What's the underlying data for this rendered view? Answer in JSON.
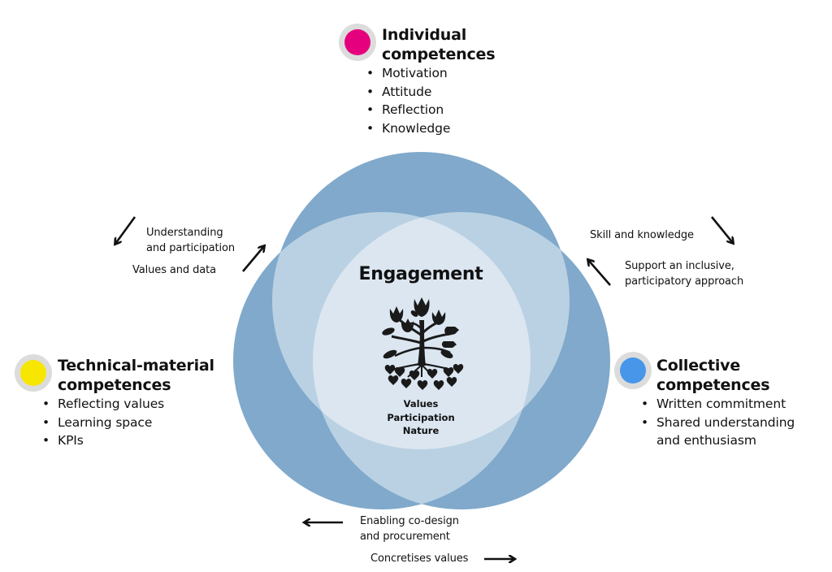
{
  "center": {
    "title": "Engagement",
    "icon": "tree-with-heart-roots-icon",
    "words": [
      "Values",
      "Participation",
      "Nature"
    ]
  },
  "groups": [
    {
      "id": "individual",
      "title_lines": [
        "Individual",
        "competences"
      ],
      "color": "#e5007e",
      "items": [
        "Motivation",
        "Attitude",
        "Reflection",
        "Knowledge"
      ]
    },
    {
      "id": "technical-material",
      "title_lines": [
        "Technical-material",
        "competences"
      ],
      "color": "#f7e600",
      "items": [
        "Reflecting values",
        "Learning space",
        "KPIs"
      ]
    },
    {
      "id": "collective",
      "title_lines": [
        "Collective",
        "competences"
      ],
      "color": "#4796ea",
      "items": [
        "Written commitment",
        "Shared understanding",
        "and enthusiasm"
      ]
    }
  ],
  "flows": {
    "understanding_participation": [
      "Understanding",
      "and participation"
    ],
    "values_and_data": "Values and data",
    "skill_and_knowledge": "Skill and knowledge",
    "inclusive_approach": [
      "Support an inclusive,",
      "participatory approach"
    ],
    "codesign_procurement": [
      "Enabling co-design",
      "and procurement"
    ],
    "concretises_values": "Concretises values"
  },
  "colors": {
    "circle_fill": "#80a9cb",
    "pair_overlap": "#bad1e3",
    "triple_overlap": "#dbe6f0",
    "dot_ring": "#dcdcdc",
    "text": "#111111"
  }
}
